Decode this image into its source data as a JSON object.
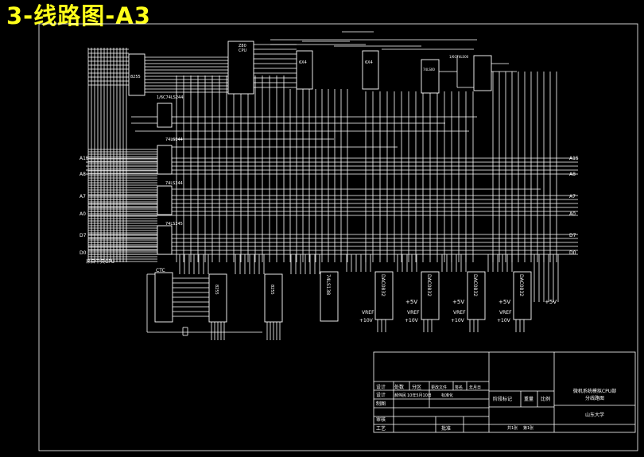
{
  "title": "3-线路图-A3",
  "colors": {
    "background": "#000000",
    "lines": "#ffffff",
    "title": "#ffff1a"
  },
  "chips": {
    "z80": "Z80\nCPU",
    "c8255": "8255",
    "ls244_a": "1/6C74LS244",
    "ls244_b": "74LS244",
    "ls244_c": "74LS244",
    "ls245": "74LS245",
    "ctc": "CTC",
    "top3": "6X4",
    "top4": "6X4",
    "top5": "74LS00",
    "top5_label": "1/6C74LS00",
    "dev_a": "8255",
    "dev_b": "8255",
    "dev_138": "74LS138",
    "dac1": "DAC0832",
    "dac2": "DAC0832",
    "dac3": "DAC0832",
    "dac4": "DAC0832"
  },
  "bus": {
    "left": [
      "A15",
      "A8",
      "A7",
      "A0",
      "D7",
      "D0"
    ],
    "right": [
      "A15",
      "A8",
      "A7",
      "A0",
      "D7",
      "D0"
    ],
    "note": "来自中央CPU"
  },
  "dac_labels": {
    "vplus": "+5V",
    "vref": "VREF",
    "v10": "+10V"
  },
  "title_block": {
    "rows": [
      [
        "设计",
        "处数",
        "分区",
        "更改文件",
        "签名",
        "年月日"
      ],
      [
        "设计",
        "郝伟民",
        "10年5月10日",
        "标准化"
      ],
      [
        "制图"
      ],
      [
        "审核"
      ],
      [
        "工艺",
        "",
        "批准"
      ]
    ],
    "mid": [
      "阶段标记",
      "重量",
      "比例"
    ],
    "sheet": [
      "共1张",
      "第1张"
    ],
    "drawing_name": "微机系统模拟CPU部分线路图",
    "school": "山东大学"
  }
}
